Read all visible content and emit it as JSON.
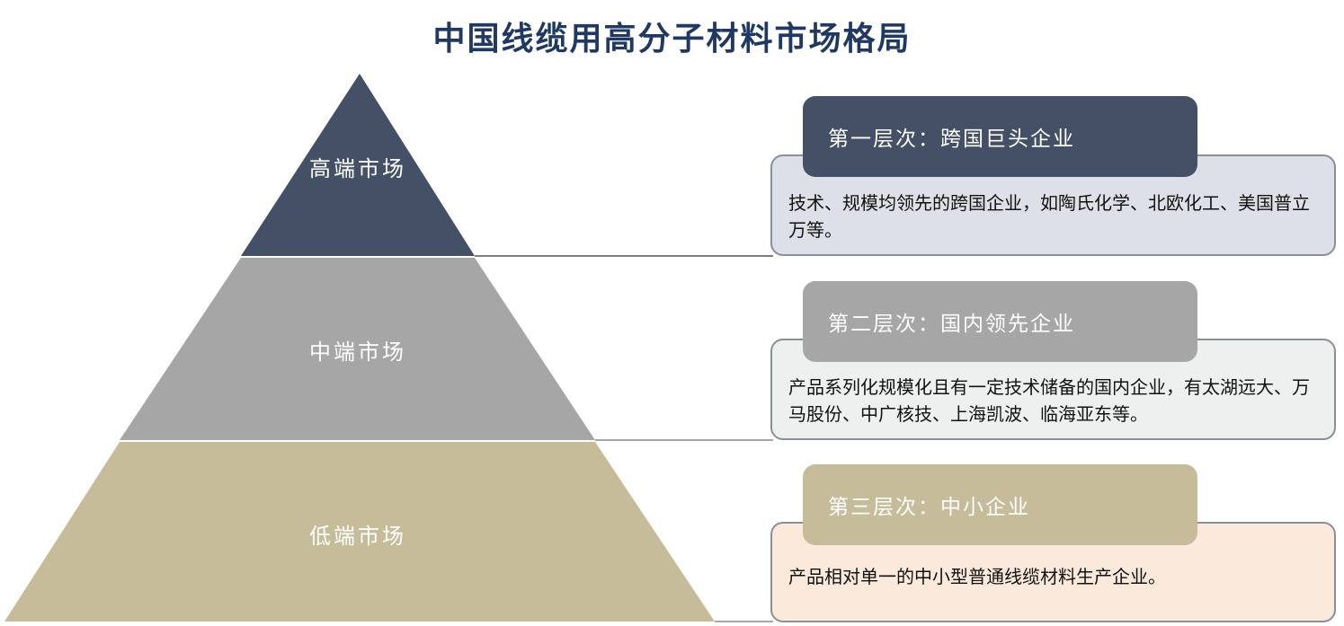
{
  "title": "中国线缆用高分子材料市场格局",
  "colors": {
    "high": "#435066",
    "mid": "#a6a6a6",
    "low": "#c7bc9a"
  },
  "pyramid": [
    {
      "label": "高端市场"
    },
    {
      "label": "中端市场"
    },
    {
      "label": "低端市场"
    }
  ],
  "tiers": [
    {
      "heading": "第一层次：跨国巨头企业",
      "description": "技术、规模均领先的跨国企业，如陶氏化学、北欧化工、美国普立万等。"
    },
    {
      "heading": "第二层次：国内领先企业",
      "description": "产品系列化规模化且有一定技术储备的国内企业，有太湖远大、万马股份、中广核技、上海凯波、临海亚东等。"
    },
    {
      "heading": "第三层次：中小企业",
      "description": "产品相对单一的中小型普通线缆材料生产企业。"
    }
  ]
}
